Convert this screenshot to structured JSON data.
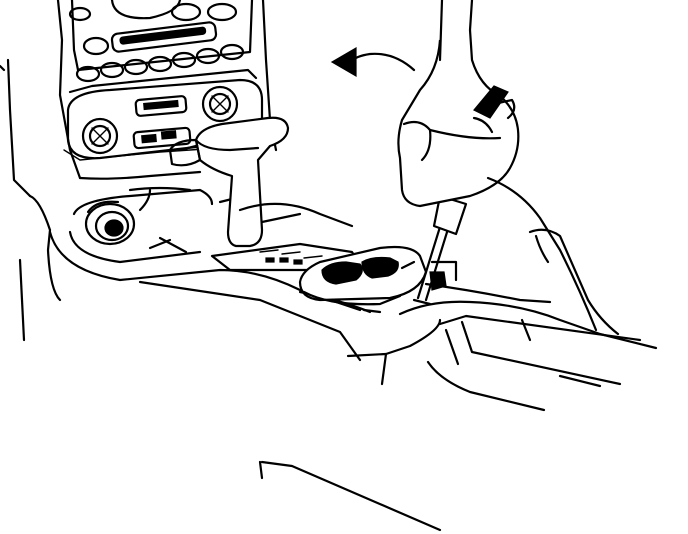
{
  "figure": {
    "type": "line-art-illustration",
    "background": "#ffffff",
    "ink": "#000000",
    "components": [
      "radio-panel",
      "climate-control-knobs",
      "gear-shift-lever",
      "power-outlet",
      "window-switch-panel",
      "flat-blade-screwdriver",
      "hand",
      "pry-direction-arrow",
      "center-console-storage"
    ]
  }
}
